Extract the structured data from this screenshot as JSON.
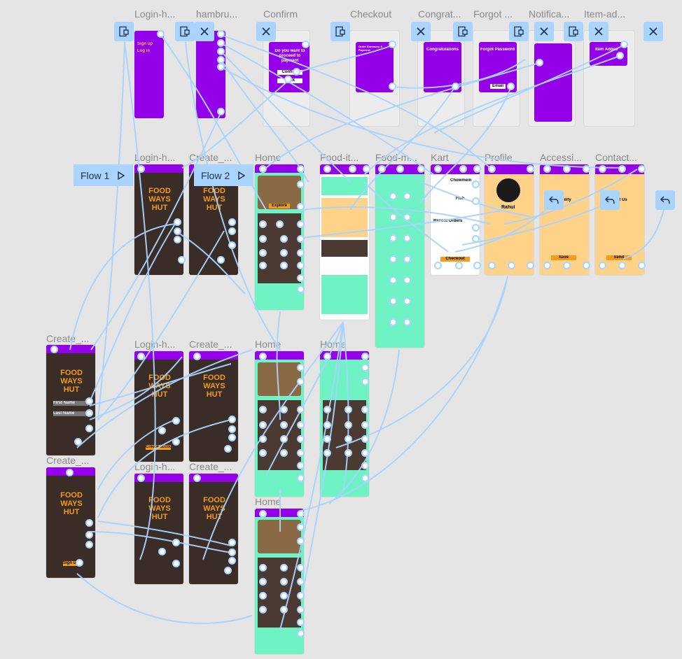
{
  "frame_labels": {
    "login_h": "Login-h...",
    "hamburger": "hambru...",
    "confirm": "Confirm",
    "checkout": "Checkout",
    "congrats": "Congrat...",
    "forgot": "Forgot ...",
    "notification": "Notifica...",
    "item_added": "Item-ad...",
    "login_1": "Login-h...",
    "create_1": "Create_...",
    "home_1": "Home",
    "food_item": "Food-it...",
    "food_menu": "Food-m...",
    "kart": "Kart",
    "profile": "Profile",
    "accessibility": "Accessi...",
    "contact": "Contact...",
    "create_left_1": "Create_...",
    "login_2": "Login-h...",
    "create_2": "Create_...",
    "home_2": "Home",
    "home_3": "Home",
    "create_left_2": "Create_...",
    "login_3": "Login-h...",
    "create_3": "Create_...",
    "home_4": "Home"
  },
  "flows": [
    {
      "label": "Flow 1"
    },
    {
      "label": "Flow 2"
    }
  ],
  "screen_text": {
    "signup": "Sign up",
    "login": "Log in",
    "confirm_q": "Do you want to proceed to payment",
    "confirm_btn": "Confirm",
    "back_btn": "Back",
    "order_summary": "Order Summary & Payment",
    "congrats_title": "Congratulations",
    "forgot_title": "Forgot Password",
    "email_btn": "Email",
    "item_added": "Item Added",
    "brand": "FOOD WAYS HUT",
    "explore": "Explore",
    "chowmein": "Chowmein",
    "fish": "Fish",
    "recent_orders": "Recent Orders",
    "checkout_btn": "Checkout",
    "profile_name": "Rahul",
    "accessibility_title": "Accessibility",
    "contact_title": "Contact Us",
    "save_btn": "Save",
    "send_btn": "Send",
    "first_name": "First Name",
    "last_name": "Last Name",
    "signup_btn": "Sign up",
    "create_account": "Create account"
  },
  "colors": {
    "purple": "#9400e8",
    "canvas": "#e5e5e5",
    "wire": "#a8d4ff",
    "mint": "#6ff2c4",
    "peach": "#ffd28a",
    "dark": "#3a2c26",
    "orange": "#f39b1a"
  },
  "icons": {
    "device": "device-icon",
    "close": "close-icon",
    "back": "back-arrow-icon",
    "play": "play-icon"
  }
}
